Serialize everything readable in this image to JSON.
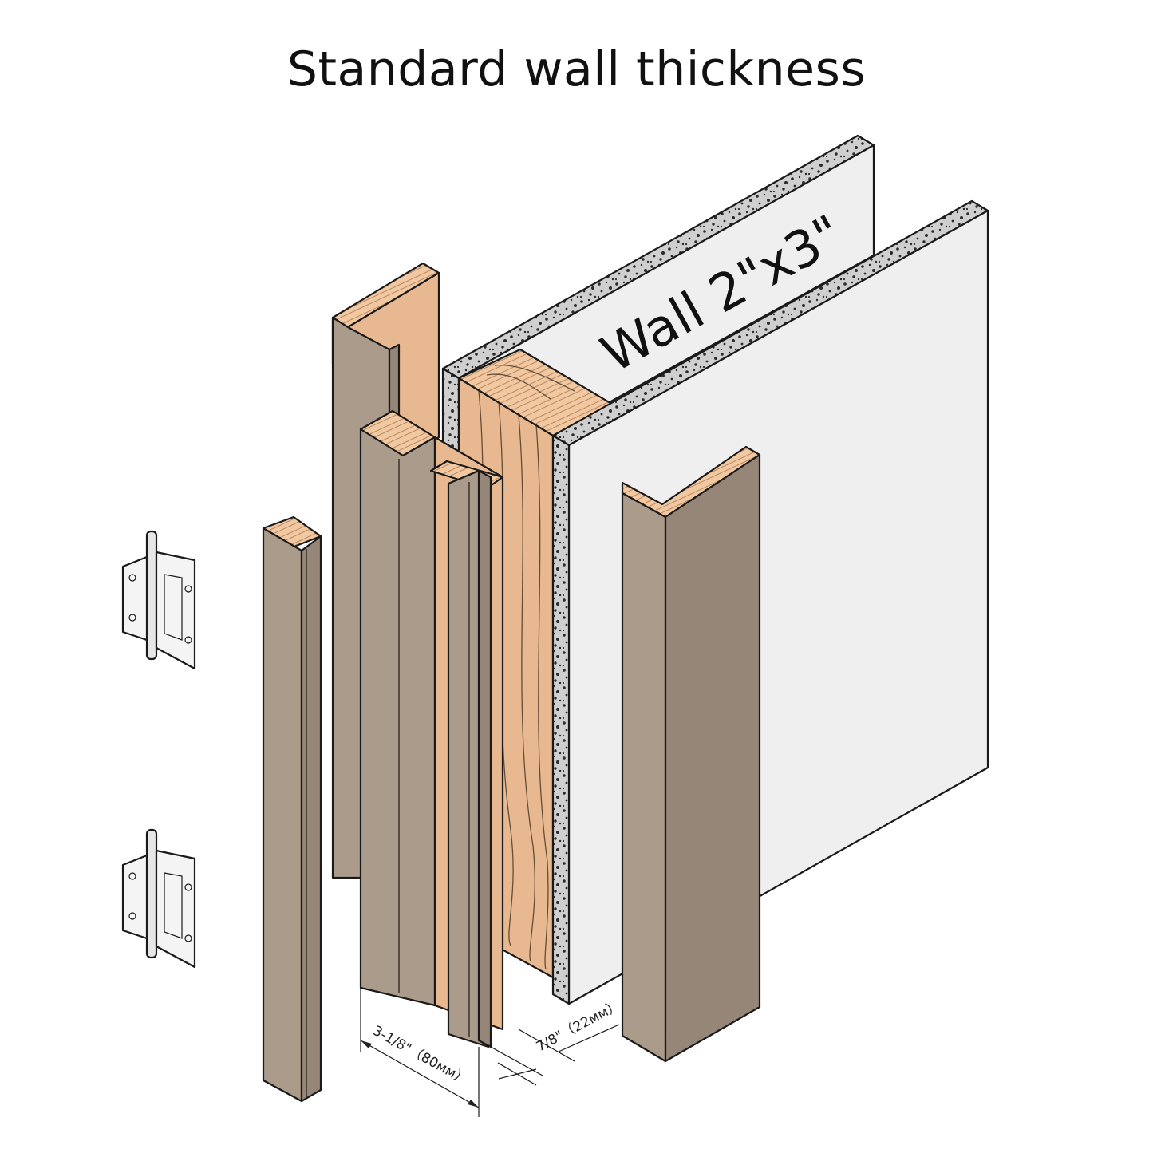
{
  "title": "Standard wall thickness",
  "wall_label": "Wall 2\"x3\"",
  "dimensions": {
    "frame_depth": "3-1/8\"（80мм）",
    "trim_thickness": "7/8\"（22мм）"
  },
  "colors": {
    "trim": "#ab9b8b",
    "trim_dark": "#958678",
    "wood": "#e8b990",
    "drywall_face": "#efefef",
    "drywall_core": "#c9c9c9"
  },
  "icons": [
    "hinge-icon",
    "hinge-icon"
  ]
}
